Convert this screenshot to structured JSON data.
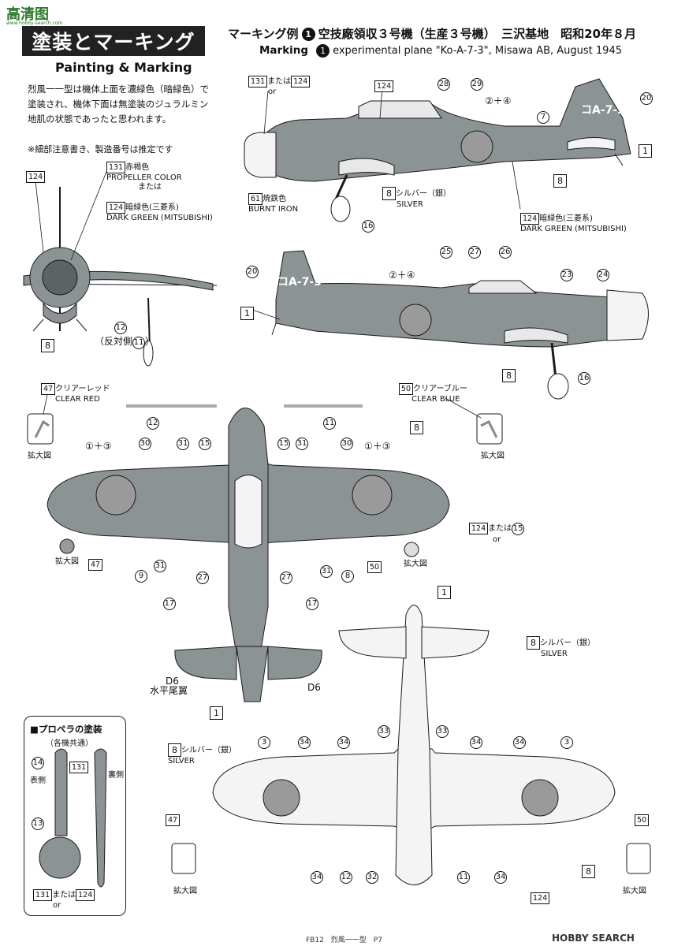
{
  "header": {
    "title_jp": "塗装とマーキング",
    "title_en": "Painting & Marking",
    "intro": "烈風一一型は機体上面を濃緑色（暗緑色）で塗装され、機体下面は無塗装のジュラルミン地肌の状態であったと思われます。",
    "note": "※細部注意書き、製造番号は推定です"
  },
  "marking": {
    "head_label": "マーキング例",
    "head_num": "1",
    "head_text": "空技廠領収３号機（生産３号機）　三沢基地　昭和20年８月",
    "sub_label": "Marking",
    "sub_text": "experimental plane \"Ko-A-7-3\", Misawa AB, August 1945",
    "tail_code": "コA-7-3"
  },
  "labels": {
    "c131_or_124": "131",
    "mataha": "または",
    "or": "or",
    "propeller_jp": "赤褐色",
    "propeller_en": "PROPELLER COLOR",
    "dark_green_jp": "暗緑色(三菱系)",
    "dark_green_en": "DARK GREEN (MITSUBISHI)",
    "burnt_iron_jp": "焼鉄色",
    "burnt_iron_en": "BURNT IRON",
    "silver_jp": "シルバー（銀）",
    "silver_en": "SILVER",
    "clear_red_jp": "クリアーレッド",
    "clear_red_en": "CLEAR RED",
    "clear_blue_jp": "クリアーブルー",
    "clear_blue_en": "CLEAR BLUE",
    "enlarge": "拡大図",
    "opposite": "（反対側",
    "hstab_code": "D6",
    "hstab_jp": "水平尾翼",
    "n124": "124",
    "n131": "131",
    "n61": "61",
    "n8": "8",
    "n1": "1",
    "n47": "47",
    "n50": "50",
    "n15": "15",
    "n14": "14",
    "n13": "13",
    "n12": "12",
    "n16": "16",
    "n20": "20",
    "n7": "7",
    "n2p4": "②＋④",
    "n1p3": "①＋③",
    "n28": "28",
    "n29": "29",
    "n25": "25",
    "n26": "26",
    "n27": "27",
    "n23": "23",
    "n24": "24",
    "n30": "30",
    "n31": "31",
    "n9": "9",
    "n11": "11",
    "n17": "17",
    "n3": "3",
    "n32": "32",
    "n33": "33",
    "n34": "34"
  },
  "propeller": {
    "title": "■プロペラの塗装",
    "subtitle": "（各機共通）",
    "front": "表側",
    "back": "裏側"
  },
  "footer": {
    "page": "FB12　烈風一一型　P7",
    "watermark": "高清图",
    "watermark_sub": "www.hobby-search.com",
    "brand": "HOBBY SEARCH"
  },
  "colors": {
    "dark_green": "#8c9394",
    "silver": "#f4f4f4",
    "hinomaru": "#9a9a9a",
    "outline": "#1a1a1a"
  }
}
